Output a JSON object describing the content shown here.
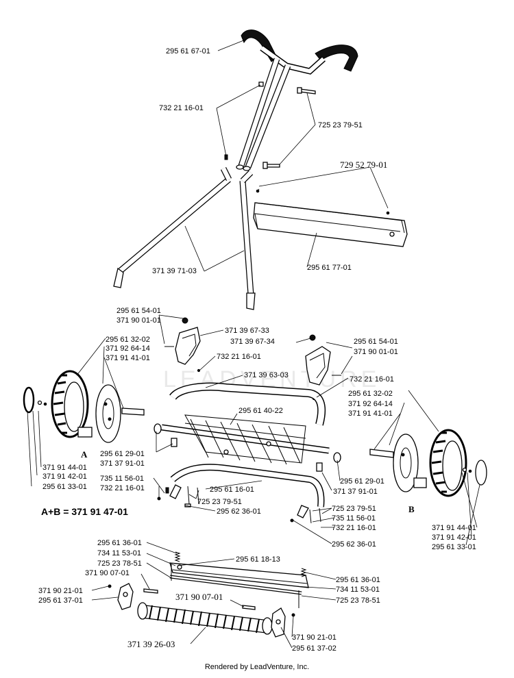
{
  "watermark": "LEADVENTURE",
  "footer": "Rendered by LeadVenture, Inc.",
  "combo": "A+B = 371 91 47-01",
  "letters": {
    "a": "A",
    "b": "B"
  },
  "labels": {
    "handle_top": "295 61 67-01",
    "screw_732_top": "732 21 16-01",
    "bolt_725_top": "725 23 79-51",
    "grass_rivet": "729 52 79-01",
    "lower_handle": "371 39 71-03",
    "grass_deflector": "295 61 77-01",
    "l_nut_a": "295 61 54-01",
    "l_washer_a": "371 90 01-01",
    "l_bracket": "371 39 67-33",
    "l_wheel": "295 61 32-02",
    "l_gear_a": "371 92 64-14",
    "l_gear_b": "371 91 41-01",
    "l_screw_732": "732 21 16-01",
    "r_bracket": "371 39 67-34",
    "r_nut": "295 61 54-01",
    "r_washer": "371 90 01-01",
    "frame_bar": "371 39 63-03",
    "r_screw_732": "732 21 16-01",
    "r_wheel": "295 61 32-02",
    "r_gear_a": "371 92 64-14",
    "r_gear_b": "371 91 41-01",
    "reel": "295 61 40-22",
    "l_bushing": "295 61 29-01",
    "l_bearing": "371 37 91-01",
    "l_cap_44": "371 91 44-01",
    "l_cap_42": "371 91 42-01",
    "l_hubcap": "295 61 33-01",
    "l_735": "735 11 56-01",
    "l_732_low": "732 21 16-01",
    "bed_bar": "295 61 16-01",
    "bed_bolt": "725 23 79-51",
    "bed_nut": "295 62 36-01",
    "r_bushing": "295 61 29-01",
    "r_bearing": "371 37 91-01",
    "r_725": "725 23 79-51",
    "r_735": "735 11 56-01",
    "r_732": "732 21 16-01",
    "r_nut_low": "295 62 36-01",
    "r_cap_44": "371 91 44-01",
    "r_cap_42": "371 91 42-01",
    "r_hubcap": "295 61 33-01",
    "spring_l": "295 61 36-01",
    "washer_734_l": "734 11 53-01",
    "screw_725_78_l": "725 23 78-51",
    "bolt_90_07_l": "371 90 07-01",
    "blade": "295 61 18-13",
    "spring_r": "295 61 36-01",
    "washer_734_r": "734 11 53-01",
    "screw_725_78_r": "725 23 78-51",
    "pin_90_21_l": "371 90 21-01",
    "bracket_37_l": "295 61 37-01",
    "bolt_90_07_c": "371 90 07-01",
    "roller": "371 39 26-03",
    "pin_90_21_r": "371 90 21-01",
    "bracket_37_r": "295 61 37-02"
  }
}
